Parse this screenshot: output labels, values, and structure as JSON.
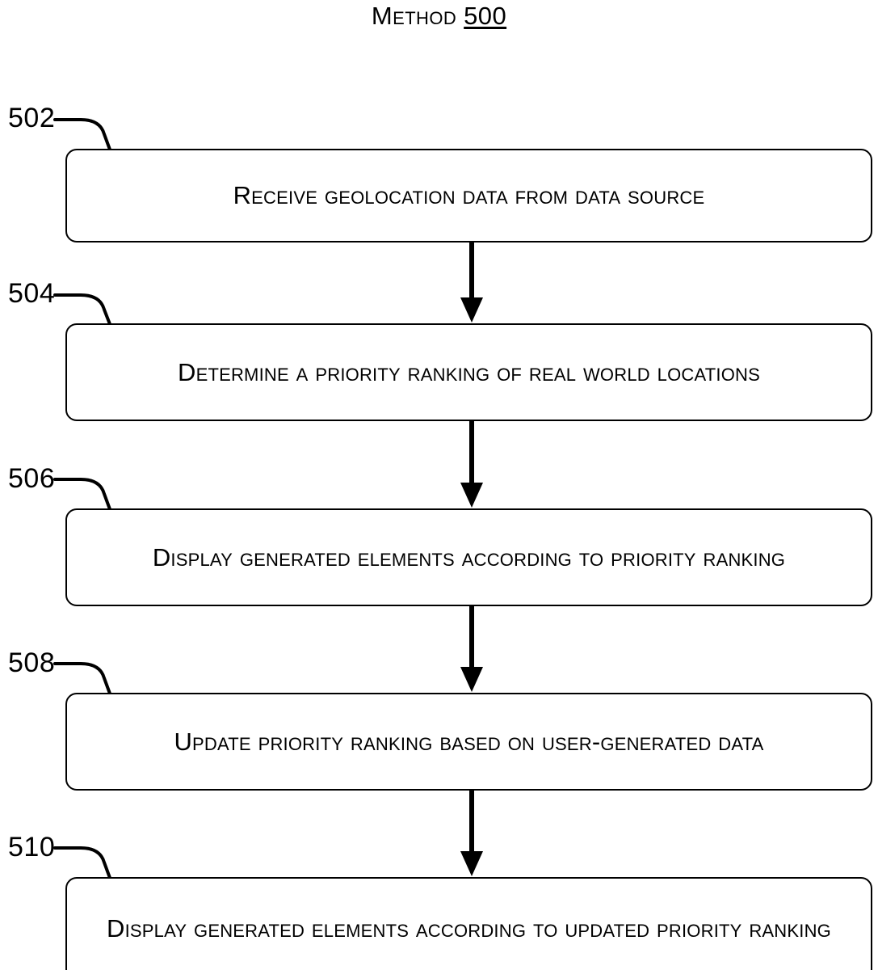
{
  "figure": {
    "title_prefix": "Method ",
    "title_number": "500",
    "title_full": "Method 500",
    "background_color": "#ffffff",
    "line_color": "#000000",
    "type": "flowchart"
  },
  "steps": [
    {
      "ref": "502",
      "label": "Receive geolocation data from data source",
      "lines": [
        "Receive geolocation data from data source"
      ]
    },
    {
      "ref": "504",
      "label": "Determine a priority ranking of real world locations",
      "lines": [
        "Determine a priority ranking of real world locations"
      ]
    },
    {
      "ref": "506",
      "label": "Display generated elements according to priority ranking",
      "lines": [
        "Display generated elements according to priority ranking"
      ]
    },
    {
      "ref": "508",
      "label": "Update priority ranking based on user-generated data",
      "lines": [
        "Update priority ranking based on user-generated data"
      ]
    },
    {
      "ref": "510",
      "label": "Display generated elements according to updated priority ranking",
      "lines": [
        "Display generated elements according to updated priority",
        "ranking"
      ]
    }
  ],
  "connectors": [
    {
      "name": "arrow-502-to-504",
      "from": "502",
      "to": "504"
    },
    {
      "name": "arrow-504-to-506",
      "from": "504",
      "to": "506"
    },
    {
      "name": "arrow-506-to-508",
      "from": "506",
      "to": "508"
    },
    {
      "name": "arrow-508-to-510",
      "from": "508",
      "to": "510"
    }
  ]
}
